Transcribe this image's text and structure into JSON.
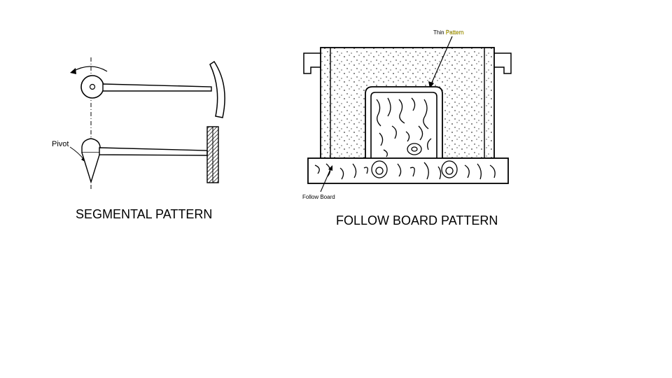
{
  "segmental": {
    "caption": "SEGMENTAL PATTERN",
    "pivot_label": "Pivot"
  },
  "follow_board": {
    "caption": "FOLLOW BOARD PATTERN",
    "label_thin": "Thin ",
    "label_pattern": "Pattern",
    "label_follow_board": "Follow Board",
    "pattern_highlight_color": "#f5e000"
  }
}
